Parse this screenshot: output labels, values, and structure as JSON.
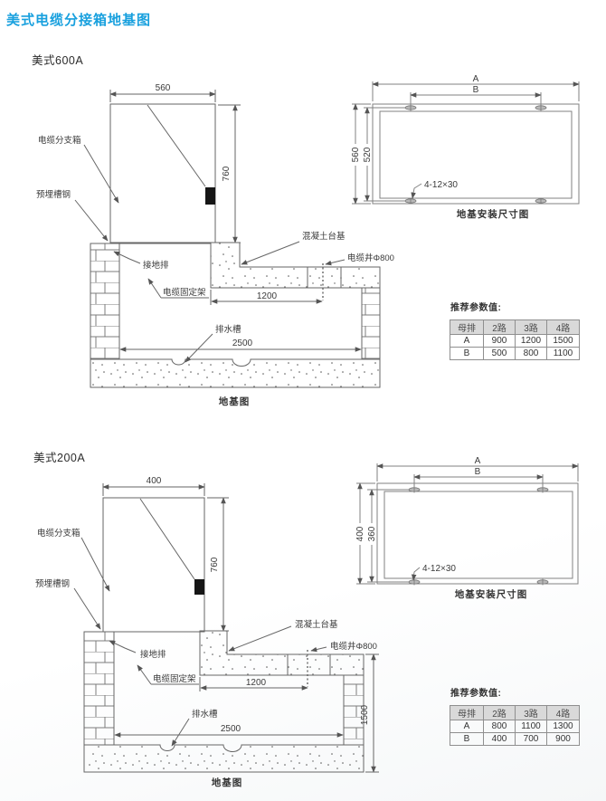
{
  "page": {
    "title": "美式电缆分接箱地基图"
  },
  "colors": {
    "title_accent": "#18a0de",
    "line": "#6a6a6a",
    "table_header_bg": "#d9d9d9"
  },
  "sections": [
    {
      "model": "美式600A",
      "foundation": {
        "caption": "地基图",
        "labels": {
          "cabinet": "电缆分支箱",
          "channel": "预埋槽钢",
          "ground": "接地排",
          "bracket": "电缆固定架",
          "drain": "排水槽",
          "concrete": "混凝土台基",
          "well": "电缆井Φ800"
        },
        "dims": {
          "width": "560",
          "height": "760",
          "platform": "1200",
          "span": "2500"
        }
      },
      "install": {
        "caption": "地基安装尺寸图",
        "dims": {
          "a": "A",
          "b": "B",
          "outer": "560",
          "inner": "520",
          "slot": "4-12×30"
        }
      },
      "table": {
        "title": "推荐参数值:",
        "headers": [
          "母排",
          "2路",
          "3路",
          "4路"
        ],
        "rows": [
          {
            "label": "A",
            "values": [
              "900",
              "1200",
              "1500"
            ]
          },
          {
            "label": "B",
            "values": [
              "500",
              "800",
              "1100"
            ]
          }
        ]
      }
    },
    {
      "model": "美式200A",
      "foundation": {
        "caption": "地基图",
        "labels": {
          "cabinet": "电缆分支箱",
          "channel": "预埋槽钢",
          "ground": "接地排",
          "bracket": "电缆固定架",
          "drain": "排水槽",
          "concrete": "混凝土台基",
          "well": "电缆井Φ800"
        },
        "dims": {
          "width": "400",
          "height": "760",
          "platform": "1200",
          "span": "2500",
          "depth": "1500"
        }
      },
      "install": {
        "caption": "地基安装尺寸图",
        "dims": {
          "a": "A",
          "b": "B",
          "outer": "400",
          "inner": "360",
          "slot": "4-12×30"
        }
      },
      "table": {
        "title": "推荐参数值:",
        "headers": [
          "母排",
          "2路",
          "3路",
          "4路"
        ],
        "rows": [
          {
            "label": "A",
            "values": [
              "800",
              "1100",
              "1300"
            ]
          },
          {
            "label": "B",
            "values": [
              "400",
              "700",
              "900"
            ]
          }
        ]
      }
    }
  ]
}
